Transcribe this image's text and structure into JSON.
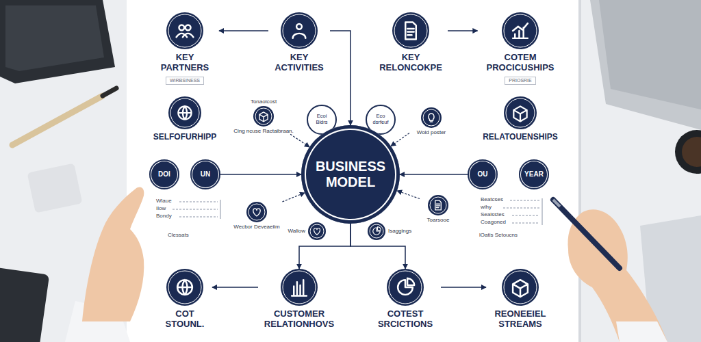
{
  "diagram": {
    "nodes": [
      {
        "text": [
          "KEY PARTNERS",
          "WIRBSINESS"
        ]
      },
      {
        "text": [
          "KEY ACTIVITIES"
        ]
      },
      {
        "text": [
          "KEY RELONCOKPE"
        ]
      },
      {
        "text": [
          "COTEM PROCICUSHIPS",
          "PRIOSRIE"
        ]
      },
      {
        "text": [
          "SELFOFURHIPP"
        ]
      },
      {
        "text": [
          "Tonaolcost",
          "Cing ncuse Ractaibraan."
        ]
      },
      {
        "text": [
          "Ecoi Bldrs"
        ]
      },
      {
        "text": [
          "Eco dsrfeuf"
        ]
      },
      {
        "text": [
          "Wold poster"
        ]
      },
      {
        "text": [
          "RELATOUENSHIPS"
        ]
      },
      {
        "text": [
          "DOI"
        ]
      },
      {
        "text": [
          "UN"
        ]
      },
      {
        "text": [
          "BUSINESS MODEL"
        ]
      },
      {
        "text": [
          "OU"
        ]
      },
      {
        "text": [
          "YEAR"
        ]
      },
      {
        "text": [
          "Wecbor Deveaeiim"
        ]
      },
      {
        "text": [
          "Waliow"
        ]
      },
      {
        "text": [
          "Isaggings"
        ]
      },
      {
        "text": [
          "Toarsooe"
        ]
      },
      {
        "text": [
          "COT STOUNL."
        ]
      },
      {
        "text": [
          "CUSTOMER RELATIONHOVS"
        ]
      },
      {
        "text": [
          "COTEST SRCICTIONS"
        ]
      },
      {
        "text": [
          "REONEEIEL STREAMS"
        ]
      }
    ],
    "edges": [
      {
        "from": 1,
        "to": 0,
        "arrow": "to"
      },
      {
        "from": 1,
        "to": 12,
        "arrow": "to"
      },
      {
        "from": 2,
        "to": 3,
        "arrow": "to"
      },
      {
        "from": 11,
        "to": 12,
        "arrow": "to"
      },
      {
        "from": 13,
        "to": 12,
        "arrow": "to"
      },
      {
        "from": 12,
        "to": 20,
        "arrow": "to"
      },
      {
        "from": 12,
        "to": 21,
        "arrow": "to"
      },
      {
        "from": 20,
        "to": 19,
        "arrow": "to"
      },
      {
        "from": 21,
        "to": 22,
        "arrow": "to"
      },
      {
        "from": 5,
        "to": 12,
        "arrow": "to"
      },
      {
        "from": 8,
        "to": 12,
        "arrow": "to"
      },
      {
        "from": 15,
        "to": 12,
        "arrow": "to"
      },
      {
        "from": 18,
        "to": 12,
        "arrow": "to"
      }
    ],
    "labels": [
      "Wlaue",
      "Ilow",
      "Bondy",
      "Clessats",
      "Beatcses",
      "wihy",
      "Sealsstes",
      "Coagoned",
      "lOatis Setoucns"
    ]
  }
}
